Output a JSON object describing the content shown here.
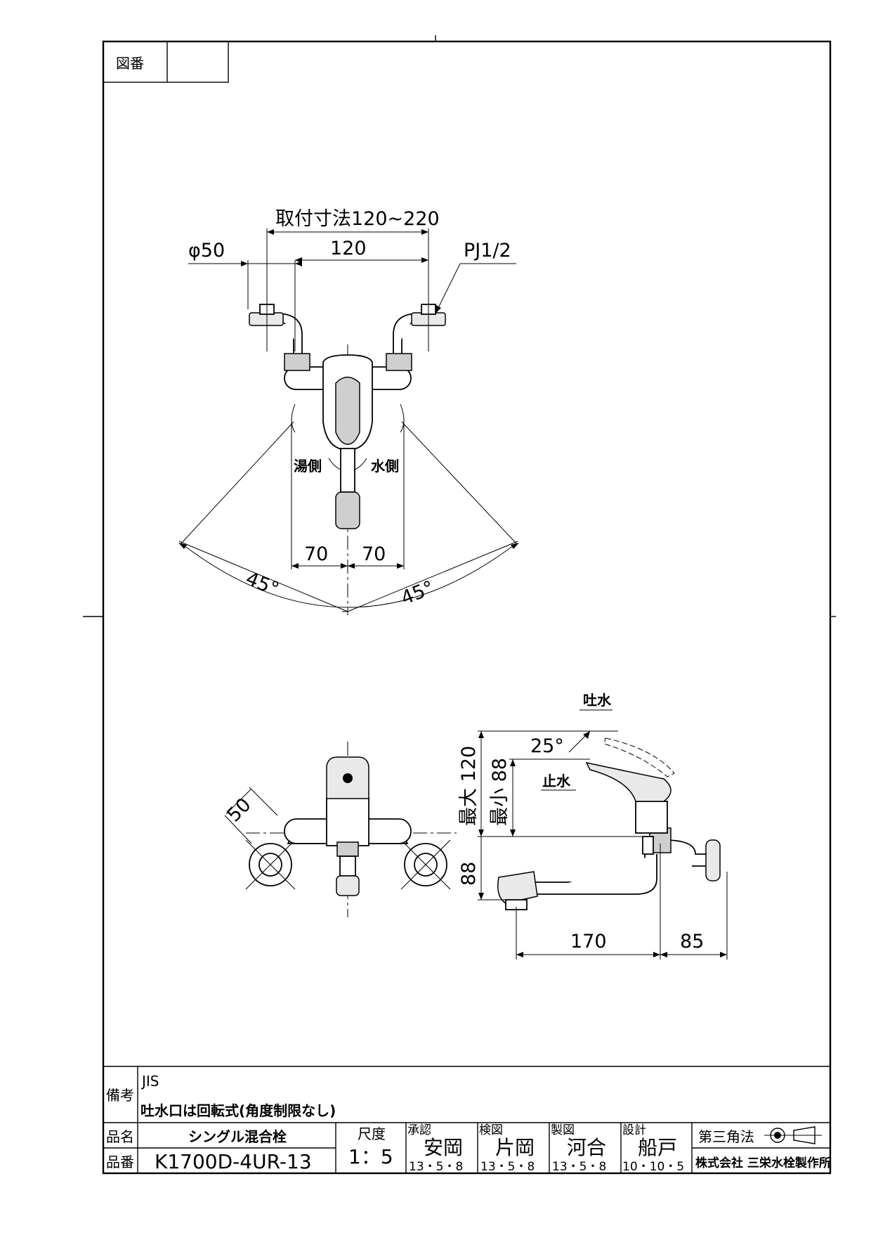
{
  "title_block": {
    "drawing_no_label": "図番",
    "drawing_no_value": "",
    "remarks_label": "備考",
    "remarks": [
      "JIS",
      "吐水口は回転式(角度制限なし)"
    ],
    "product_name_label": "品名",
    "product_name": "シングル混合栓",
    "product_no_label": "品番",
    "product_no": "K1700D-4UR-13",
    "scale_label": "尺度",
    "scale": "1：5",
    "approvals": [
      {
        "role": "承認",
        "name": "安岡",
        "date": "13・5・8"
      },
      {
        "role": "検図",
        "name": "片岡",
        "date": "13・5・8"
      },
      {
        "role": "製図",
        "name": "河合",
        "date": "13・5・8"
      },
      {
        "role": "設計",
        "name": "船戸",
        "date": "10・10・5"
      }
    ],
    "projection": "第三角法",
    "company": "株式会社 三栄水栓製作所"
  },
  "top_view": {
    "mount_range": "取付寸法120~220",
    "dia": "φ50",
    "pitch": "120",
    "pipe_thread": "PJ1/2",
    "hot_side": "湯側",
    "cold_side": "水側",
    "left_offset": "70",
    "right_offset": "70",
    "left_angle": "45°",
    "right_angle": "45°"
  },
  "front_view": {
    "dim_50": "50"
  },
  "side_view": {
    "spout_label": "吐水",
    "stop_label": "止水",
    "lever_angle": "25°",
    "max_height": "最大 120",
    "min_height": "最小 88",
    "spout_height": "88",
    "spout_reach": "170",
    "wall_offset": "85"
  }
}
